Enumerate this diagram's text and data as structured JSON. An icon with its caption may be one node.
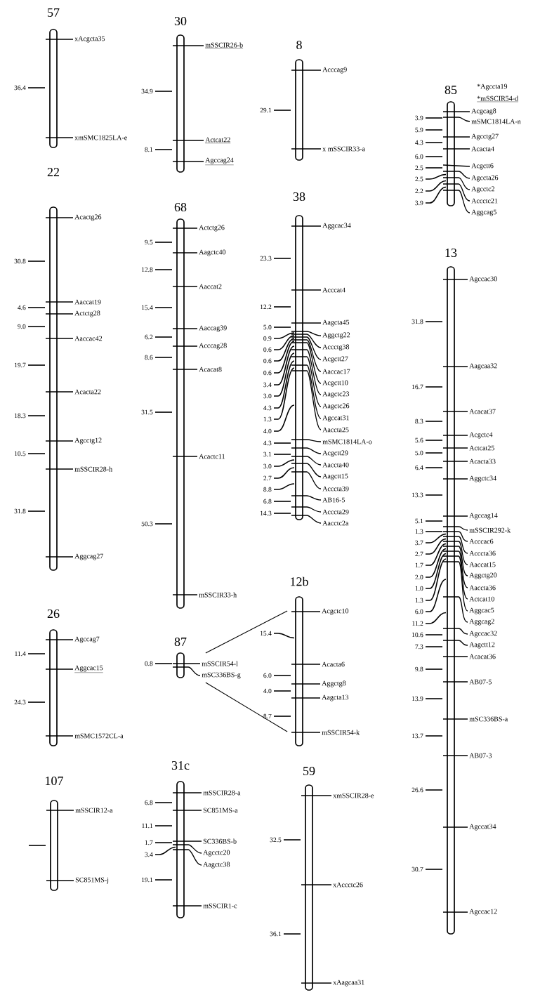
{
  "diagram": {
    "nodes": [
      {
        "text": [
          "57"
        ],
        "beside": [
          "xAcgcta35",
          "xmSMC1825LA-e",
          "36.4"
        ]
      },
      {
        "text": [
          "30"
        ],
        "beside": [
          "mSSCIR26-b",
          "Actcat22",
          "Agccag24",
          "34.9",
          "8.1"
        ]
      },
      {
        "text": [
          "8"
        ],
        "beside": [
          "Acccag9",
          "x mSSCIR33-a",
          "29.1"
        ]
      },
      {
        "text": [
          "85"
        ],
        "beside": [
          "*Agccta19",
          "*mSSCIR54-d",
          "Acgcag8",
          "mSMC1814LA-n",
          "Agcctg27",
          "Acacta4",
          "Acgctt6",
          "Agccta26",
          "Agcctc2",
          "Accctc21",
          "Aggcag5",
          "3.9",
          "5.9",
          "4.3",
          "6.0",
          "2.5",
          "2.5",
          "2.2",
          "3.9"
        ]
      },
      {
        "text": [
          "22"
        ],
        "beside": [
          "Acactg26",
          "Aaccat19",
          "Actctg28",
          "Aaccac42",
          "Acacta22",
          "Agcctg12",
          "mSSCIR28-h",
          "Aggcag27",
          "30.8",
          "4.6",
          "9.0",
          "19.7",
          "18.3",
          "10.5",
          "31.8"
        ]
      },
      {
        "text": [
          "68"
        ],
        "beside": [
          "Actctg26",
          "Aagctc40",
          "Aaccat2",
          "Aaccag39",
          "Acccag28",
          "Acacat8",
          "Acactc11",
          "mSSCIR33-h",
          "9.5",
          "12.8",
          "15.4",
          "6.2",
          "8.6",
          "31.5",
          "50.3"
        ]
      },
      {
        "text": [
          "38"
        ],
        "beside": [
          "Aggcac34",
          "Acccat4",
          "Aagcta45",
          "Aggctg22",
          "Accctg38",
          "Acgctt27",
          "Aaccac17",
          "Acgctt10",
          "Aagctc23",
          "Aagctc26",
          "Agccat31",
          "Aaccta25",
          "mSMC1814LA-o",
          "Acgctt29",
          "Aaccta40",
          "Aagctt15",
          "Acccta39",
          "AB16-5",
          "Acccta29",
          "Aacctc2a",
          "23.3",
          "12.2",
          "5.0",
          "0.9",
          "0.6",
          "0.6",
          "0.6",
          "3.4",
          "3.0",
          "4.3",
          "1.3",
          "4.0",
          "4.3",
          "3.1",
          "3.0",
          "2.7",
          "8.8",
          "6.8",
          "14.3"
        ]
      },
      {
        "text": [
          "13"
        ],
        "beside": [
          "Agccac30",
          "Aagcaa32",
          "Acacat37",
          "Acgctc4",
          "Actcat25",
          "Acacta33",
          "Aggctc34",
          "Agccag14",
          "mSSCIR292-k",
          "Acccac6",
          "Acccta36",
          "Aaccat15",
          "Aggctg20",
          "Aaccta36",
          "Actcat10",
          "Aggcac5",
          "Aggcag2",
          "Agccac32",
          "Aagctt12",
          "Acacat36",
          "AB07-5",
          "mSC336BS-a",
          "AB07-3",
          "Agccat34",
          "Agccac12",
          "31.8",
          "16.7",
          "8.3",
          "5.6",
          "5.0",
          "6.4",
          "13.3",
          "5.1",
          "1.3",
          "3.7",
          "2.7",
          "1.7",
          "2.0",
          "1.0",
          "1.3",
          "6.0",
          "11.2",
          "10.6",
          "7.3",
          "9.8",
          "13.9",
          "13.7",
          "26.6",
          "30.7"
        ]
      },
      {
        "text": [
          "26"
        ],
        "beside": [
          "Agccag7",
          "Aggcac15",
          "mSMC1572CL-a",
          "11.4",
          "24.3"
        ]
      },
      {
        "text": [
          "87"
        ],
        "beside": [
          "mSSCIR54-l",
          "mSC336BS-g",
          "0.8"
        ]
      },
      {
        "text": [
          "12b"
        ],
        "beside": [
          "Acgctc10",
          "Acacta6",
          "Aggctg8",
          "Aagcta13",
          "mSSCIR54-k",
          "15.4",
          "6.0",
          "4.0",
          "8.7"
        ]
      },
      {
        "text": [
          "107"
        ],
        "beside": [
          "mSSCIR12-a",
          "SC851MS-j"
        ]
      },
      {
        "text": [
          "31c"
        ],
        "beside": [
          "mSSCIR28-a",
          "SC851MS-a",
          "SC336BS-b",
          "Agcctc20",
          "Aagctc38",
          "mSSCIR1-c",
          "6.8",
          "11.1",
          "1.7",
          "3.4",
          "19.1"
        ]
      },
      {
        "text": [
          "59"
        ],
        "beside": [
          "xmSSCIR28-e",
          "xAccctc26",
          "xAagcaa31",
          "32.5",
          "36.1"
        ]
      }
    ],
    "edges": [
      {
        "from": 9,
        "to": 10,
        "arrow": "none"
      },
      {
        "from": 9,
        "to": 10,
        "arrow": "none"
      }
    ]
  }
}
